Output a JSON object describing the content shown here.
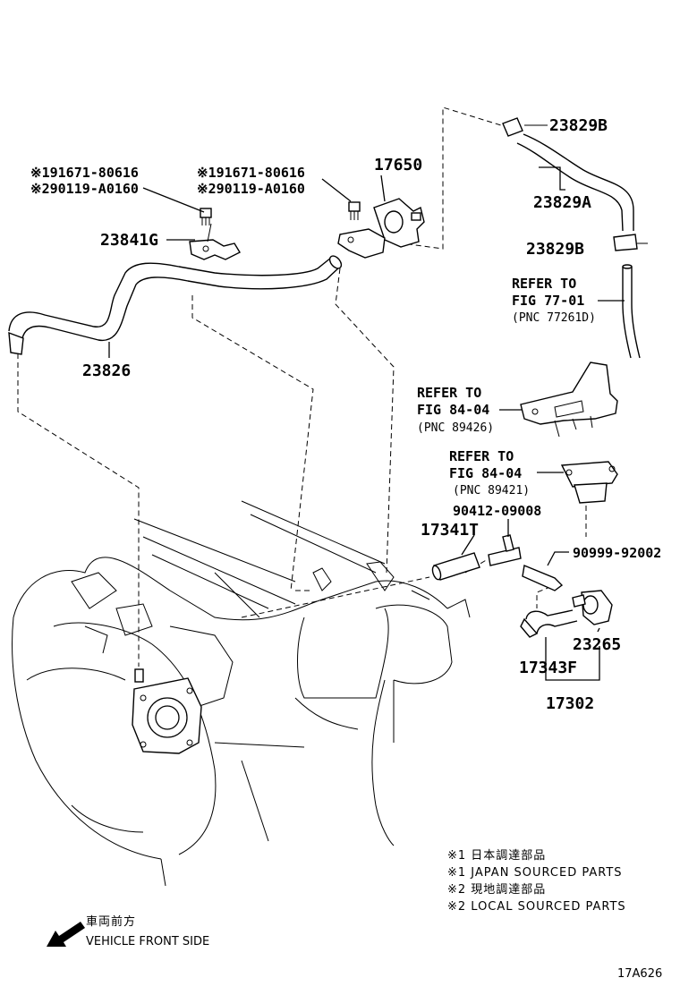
{
  "labels": {
    "p23829B_top": "23829B",
    "p23829A": "23829A",
    "p23829B_bot": "23829B",
    "refer77_1": "REFER TO",
    "refer77_2": "FIG 77-01",
    "refer77_3": "(PNC 77261D)",
    "p17650": "17650",
    "left_bolt_1": "※191671-80616",
    "left_bolt_2": "※290119-A0160",
    "mid_bolt_1": "※191671-80616",
    "mid_bolt_2": "※290119-A0160",
    "p23841G": "23841G",
    "p23826": "23826",
    "refer84a_1": "REFER TO",
    "refer84a_2": "FIG 84-04",
    "refer84a_3": "(PNC 89426)",
    "refer84b_1": "REFER TO",
    "refer84b_2": "FIG 84-04",
    "refer84b_3": "(PNC 89421)",
    "p90412": "90412-09008",
    "p17341T": "17341T",
    "p90999": "90999-92002",
    "p23265": "23265",
    "p17343F": "17343F",
    "p17302": "17302"
  },
  "notes": {
    "n1_jp": "※1 日本調達部品",
    "n1_en": "※1 JAPAN SOURCED PARTS",
    "n2_jp": "※2 現地調達部品",
    "n2_en": "※2 LOCAL SOURCED PARTS"
  },
  "orientation": {
    "jp": "車両前方",
    "en": "VEHICLE FRONT SIDE"
  },
  "figure_code": "17A626"
}
